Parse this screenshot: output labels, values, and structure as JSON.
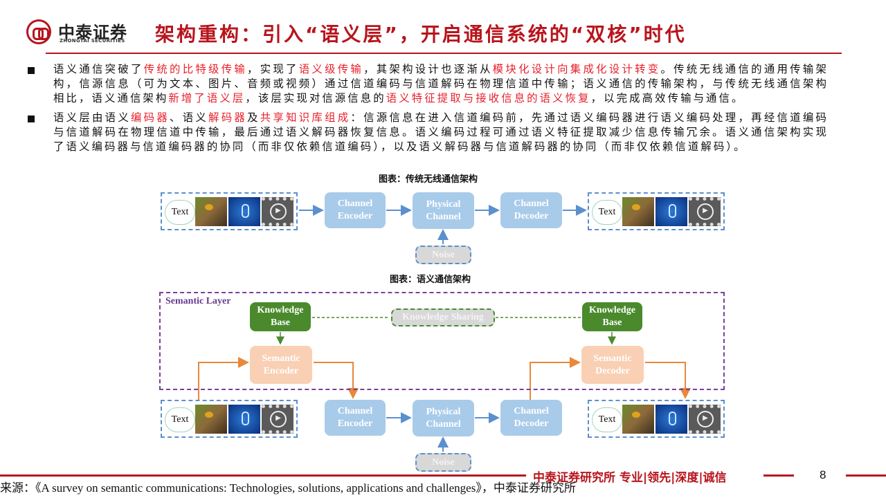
{
  "header": {
    "logo_cn": "中泰证券",
    "logo_en": "ZHONGTAI SECURITIES",
    "title": "架构重构：引入“语义层”，开启通信系统的“双核”时代"
  },
  "bullets": [
    [
      {
        "t": "语义通信突破了",
        "red": false
      },
      {
        "t": "传统的比特级传输",
        "red": true
      },
      {
        "t": "，实现了",
        "red": false
      },
      {
        "t": "语义级传输",
        "red": true
      },
      {
        "t": "，其架构设计也逐渐从",
        "red": false
      },
      {
        "t": "模块化设计向集成化设计转变",
        "red": true
      },
      {
        "t": "。传统无线通信的通用传输架构，信源信息（可为文本、图片、音频或视频）通过信道编码与信道解码在物理信道中传输；语义通信的传输架构，与传统无线通信架构相比，语义通信架构",
        "red": false
      },
      {
        "t": "新增了语义层",
        "red": true
      },
      {
        "t": "，该层实现对信源信息的",
        "red": false
      },
      {
        "t": "语义特征提取与接收信息的语义恢复",
        "red": true
      },
      {
        "t": "，以完成高效传输与通信。",
        "red": false
      }
    ],
    [
      {
        "t": "语义层由语义",
        "red": false
      },
      {
        "t": "编码器",
        "red": true
      },
      {
        "t": "、语义",
        "red": false
      },
      {
        "t": "解码器",
        "red": true
      },
      {
        "t": "及",
        "red": false
      },
      {
        "t": "共享知识库组成",
        "red": true
      },
      {
        "t": "：信源信息在进入信道编码前，先通过语义编码器进行语义编码处理，再经信道编码与信道解码在物理信道中传输，最后通过语义解码器恢复信息。语义编码过程可通过语义特征提取减少信息传输冗余。语义通信架构实现了语义编码器与信道编码器的协同（而非仅依赖信道编码），以及语义解码器与信道解码器的协同（而非仅依赖信道解码）。",
        "red": false
      }
    ]
  ],
  "figure1": {
    "caption": "图表：传统无线通信架构",
    "text_label": "Text",
    "channel_encoder": "Channel Encoder",
    "physical_channel": "Physical Channel",
    "channel_decoder": "Channel Decoder",
    "noise": "Noise"
  },
  "figure2": {
    "caption": "图表：语义通信架构",
    "semantic_layer": "Semantic Layer",
    "knowledge_base": "Knowledge Base",
    "knowledge_sharing": "Knowledge Sharing",
    "semantic_encoder": "Semantic Encoder",
    "semantic_decoder": "Semantic Decoder",
    "text_label": "Text",
    "channel_encoder": "Channel Encoder",
    "physical_channel": "Physical Channel",
    "channel_decoder": "Channel Decoder",
    "noise": "Noise"
  },
  "footer": {
    "slogan": "中泰证券研究所 专业|领先|深度|诚信",
    "page": "8",
    "source": "来源：《A survey on semantic communications: Technologies, solutions, applications and challenges》，中泰证券研究所"
  }
}
